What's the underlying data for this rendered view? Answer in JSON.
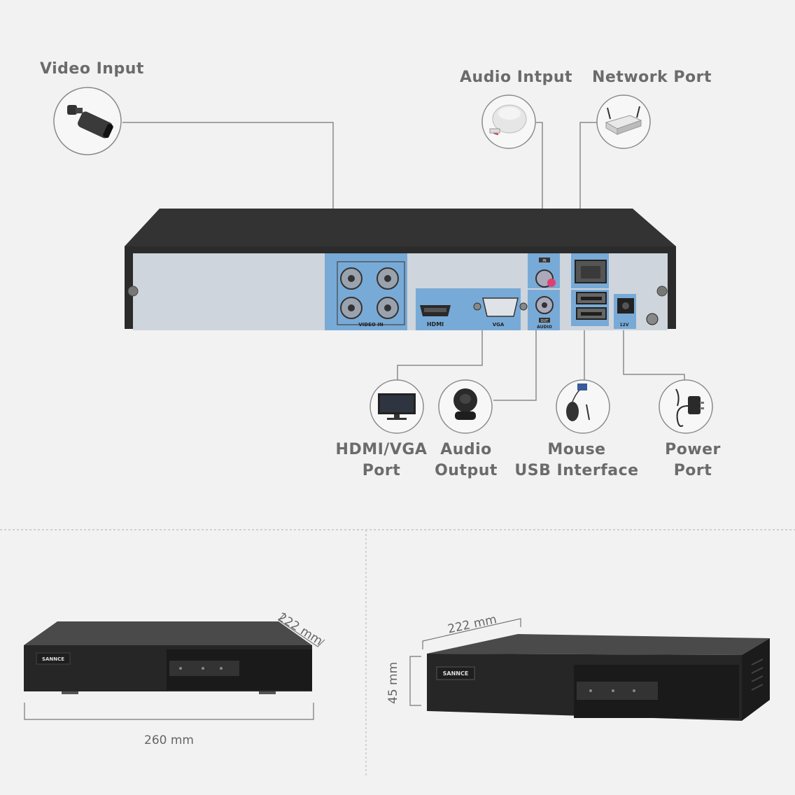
{
  "labels": {
    "video_input": "Video Input",
    "audio_input": "Audio Intput",
    "network_port": "Network Port",
    "hdmi_vga_line1": "HDMI/VGA",
    "hdmi_vga_line2": "Port",
    "audio_output_line1": "Audio",
    "audio_output_line2": "Output",
    "mouse_line1": "Mouse",
    "mouse_line2": "USB Interface",
    "power_line1": "Power",
    "power_line2": "Port"
  },
  "panel_text": {
    "video_in": "VIDEO IN",
    "hdmi": "HDMI",
    "vga": "VGA",
    "audio_in_tag": "IN",
    "audio_out_tag": "OUT",
    "audio": "AUDIO",
    "power_rating": "12V"
  },
  "dimensions": {
    "left_depth": "222 mm",
    "left_width": "260 mm",
    "right_depth": "222 mm",
    "right_height": "45 mm"
  },
  "brand": "SANNCE",
  "colors": {
    "highlight": "#5b9bd5",
    "leader": "#8a8a8a",
    "device_body": "#2b2b2b",
    "panel": "#cfd5dc"
  }
}
